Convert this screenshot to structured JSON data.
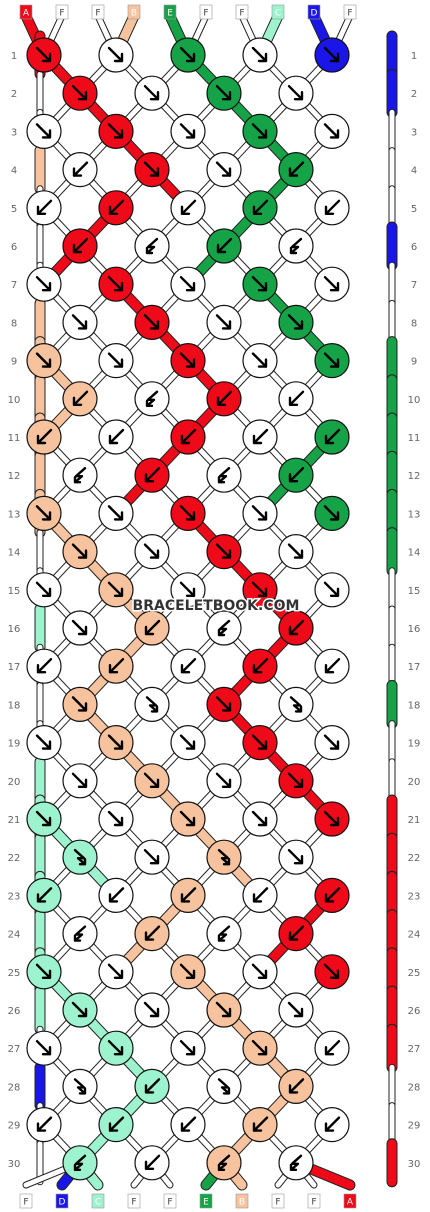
{
  "watermark": "BRACELETBOOK.COM",
  "colors": {
    "A": "#ee0a19",
    "B": "#f7c39e",
    "C": "#9ef3cf",
    "D": "#1a16e8",
    "E": "#16a348",
    "F": "#ffffff"
  },
  "top_threads": [
    "A",
    "F",
    "F",
    "B",
    "E",
    "F",
    "F",
    "C",
    "D",
    "F"
  ],
  "bottom_threads": [
    "F",
    "D",
    "C",
    "F",
    "F",
    "E",
    "B",
    "F",
    "F",
    "A"
  ],
  "rows": [
    [
      {
        "c": "A",
        "k": "br"
      },
      {
        "c": "F",
        "k": "br"
      },
      {
        "c": "E",
        "k": "br"
      },
      {
        "c": "F",
        "k": "br"
      },
      {
        "c": "D",
        "k": "br"
      }
    ],
    [
      {
        "c": "A",
        "k": "br"
      },
      {
        "c": "F",
        "k": "br"
      },
      {
        "c": "E",
        "k": "br"
      },
      {
        "c": "F",
        "k": "br"
      }
    ],
    [
      {
        "c": "F",
        "k": "br"
      },
      {
        "c": "A",
        "k": "br"
      },
      {
        "c": "F",
        "k": "br"
      },
      {
        "c": "E",
        "k": "br"
      },
      {
        "c": "F",
        "k": "br"
      }
    ],
    [
      {
        "c": "F",
        "k": "bl"
      },
      {
        "c": "A",
        "k": "br"
      },
      {
        "c": "F",
        "k": "br"
      },
      {
        "c": "E",
        "k": "bl"
      }
    ],
    [
      {
        "c": "F",
        "k": "bl"
      },
      {
        "c": "A",
        "k": "bl"
      },
      {
        "c": "F",
        "k": "bl"
      },
      {
        "c": "E",
        "k": "bl"
      },
      {
        "c": "F",
        "k": "bl"
      }
    ],
    [
      {
        "c": "A",
        "k": "bl"
      },
      {
        "c": "F",
        "k": "fl"
      },
      {
        "c": "E",
        "k": "bl"
      },
      {
        "c": "F",
        "k": "fl"
      }
    ],
    [
      {
        "c": "F",
        "k": "br"
      },
      {
        "c": "A",
        "k": "br"
      },
      {
        "c": "F",
        "k": "br"
      },
      {
        "c": "E",
        "k": "br"
      },
      {
        "c": "F",
        "k": "br"
      }
    ],
    [
      {
        "c": "F",
        "k": "br"
      },
      {
        "c": "A",
        "k": "br"
      },
      {
        "c": "F",
        "k": "br"
      },
      {
        "c": "E",
        "k": "br"
      }
    ],
    [
      {
        "c": "B",
        "k": "br"
      },
      {
        "c": "F",
        "k": "br"
      },
      {
        "c": "A",
        "k": "br"
      },
      {
        "c": "F",
        "k": "br"
      },
      {
        "c": "E",
        "k": "br"
      }
    ],
    [
      {
        "c": "B",
        "k": "bl"
      },
      {
        "c": "F",
        "k": "fl"
      },
      {
        "c": "A",
        "k": "bl"
      },
      {
        "c": "F",
        "k": "bl"
      }
    ],
    [
      {
        "c": "B",
        "k": "bl"
      },
      {
        "c": "F",
        "k": "bl"
      },
      {
        "c": "A",
        "k": "bl"
      },
      {
        "c": "F",
        "k": "bl"
      },
      {
        "c": "E",
        "k": "bl"
      }
    ],
    [
      {
        "c": "F",
        "k": "fl"
      },
      {
        "c": "A",
        "k": "bl"
      },
      {
        "c": "F",
        "k": "fl"
      },
      {
        "c": "E",
        "k": "bl"
      }
    ],
    [
      {
        "c": "B",
        "k": "br"
      },
      {
        "c": "F",
        "k": "br"
      },
      {
        "c": "A",
        "k": "br"
      },
      {
        "c": "F",
        "k": "br"
      },
      {
        "c": "E",
        "k": "br"
      }
    ],
    [
      {
        "c": "B",
        "k": "br"
      },
      {
        "c": "F",
        "k": "br"
      },
      {
        "c": "A",
        "k": "br"
      },
      {
        "c": "F",
        "k": "br"
      }
    ],
    [
      {
        "c": "F",
        "k": "br"
      },
      {
        "c": "B",
        "k": "br"
      },
      {
        "c": "F",
        "k": "br"
      },
      {
        "c": "A",
        "k": "br"
      },
      {
        "c": "F",
        "k": "br"
      }
    ],
    [
      {
        "c": "F",
        "k": "br"
      },
      {
        "c": "B",
        "k": "bl"
      },
      {
        "c": "F",
        "k": "fl"
      },
      {
        "c": "A",
        "k": "bl"
      }
    ],
    [
      {
        "c": "F",
        "k": "bl"
      },
      {
        "c": "B",
        "k": "bl"
      },
      {
        "c": "F",
        "k": "bl"
      },
      {
        "c": "A",
        "k": "bl"
      },
      {
        "c": "F",
        "k": "bl"
      }
    ],
    [
      {
        "c": "B",
        "k": "br"
      },
      {
        "c": "F",
        "k": "fr"
      },
      {
        "c": "A",
        "k": "br"
      },
      {
        "c": "F",
        "k": "fr"
      }
    ],
    [
      {
        "c": "F",
        "k": "br"
      },
      {
        "c": "B",
        "k": "br"
      },
      {
        "c": "F",
        "k": "br"
      },
      {
        "c": "A",
        "k": "br"
      },
      {
        "c": "F",
        "k": "br"
      }
    ],
    [
      {
        "c": "F",
        "k": "br"
      },
      {
        "c": "B",
        "k": "br"
      },
      {
        "c": "F",
        "k": "br"
      },
      {
        "c": "A",
        "k": "br"
      }
    ],
    [
      {
        "c": "C",
        "k": "br"
      },
      {
        "c": "F",
        "k": "br"
      },
      {
        "c": "B",
        "k": "br"
      },
      {
        "c": "F",
        "k": "br"
      },
      {
        "c": "A",
        "k": "br"
      }
    ],
    [
      {
        "c": "C",
        "k": "fr"
      },
      {
        "c": "F",
        "k": "br"
      },
      {
        "c": "B",
        "k": "fr"
      },
      {
        "c": "F",
        "k": "br"
      }
    ],
    [
      {
        "c": "C",
        "k": "bl"
      },
      {
        "c": "F",
        "k": "bl"
      },
      {
        "c": "B",
        "k": "bl"
      },
      {
        "c": "F",
        "k": "bl"
      },
      {
        "c": "A",
        "k": "bl"
      }
    ],
    [
      {
        "c": "F",
        "k": "fl"
      },
      {
        "c": "B",
        "k": "bl"
      },
      {
        "c": "F",
        "k": "fl"
      },
      {
        "c": "A",
        "k": "bl"
      }
    ],
    [
      {
        "c": "C",
        "k": "br"
      },
      {
        "c": "F",
        "k": "br"
      },
      {
        "c": "B",
        "k": "br"
      },
      {
        "c": "F",
        "k": "br"
      },
      {
        "c": "A",
        "k": "br"
      }
    ],
    [
      {
        "c": "C",
        "k": "br"
      },
      {
        "c": "F",
        "k": "br"
      },
      {
        "c": "B",
        "k": "br"
      },
      {
        "c": "F",
        "k": "br"
      }
    ],
    [
      {
        "c": "F",
        "k": "br"
      },
      {
        "c": "C",
        "k": "br"
      },
      {
        "c": "F",
        "k": "br"
      },
      {
        "c": "B",
        "k": "br"
      },
      {
        "c": "F",
        "k": "bl"
      }
    ],
    [
      {
        "c": "F",
        "k": "fr"
      },
      {
        "c": "C",
        "k": "bl"
      },
      {
        "c": "F",
        "k": "fr"
      },
      {
        "c": "B",
        "k": "bl"
      }
    ],
    [
      {
        "c": "F",
        "k": "bl"
      },
      {
        "c": "C",
        "k": "bl"
      },
      {
        "c": "F",
        "k": "bl"
      },
      {
        "c": "B",
        "k": "bl"
      },
      {
        "c": "F",
        "k": "bl"
      }
    ],
    [
      {
        "c": "C",
        "k": "fl"
      },
      {
        "c": "F",
        "k": "bl"
      },
      {
        "c": "B",
        "k": "fl"
      },
      {
        "c": "F",
        "k": "fl"
      }
    ]
  ],
  "edges": {
    "left": [
      "A",
      "F",
      "F",
      "B",
      "F",
      "F",
      "F",
      "B",
      "B",
      "B",
      "B",
      "B",
      "B",
      "F",
      "F",
      "C",
      "F",
      "F",
      "F",
      "C",
      "C",
      "C",
      "C",
      "C",
      "C",
      "C",
      "F",
      "D",
      "F",
      "F"
    ],
    "right": [
      "D",
      "D",
      "F",
      "F",
      "F",
      "D",
      "F",
      "F",
      "E",
      "E",
      "E",
      "E",
      "E",
      "E",
      "F",
      "F",
      "F",
      "E",
      "F",
      "F",
      "A",
      "A",
      "A",
      "A",
      "A",
      "A",
      "A",
      "F",
      "F",
      "A"
    ]
  }
}
